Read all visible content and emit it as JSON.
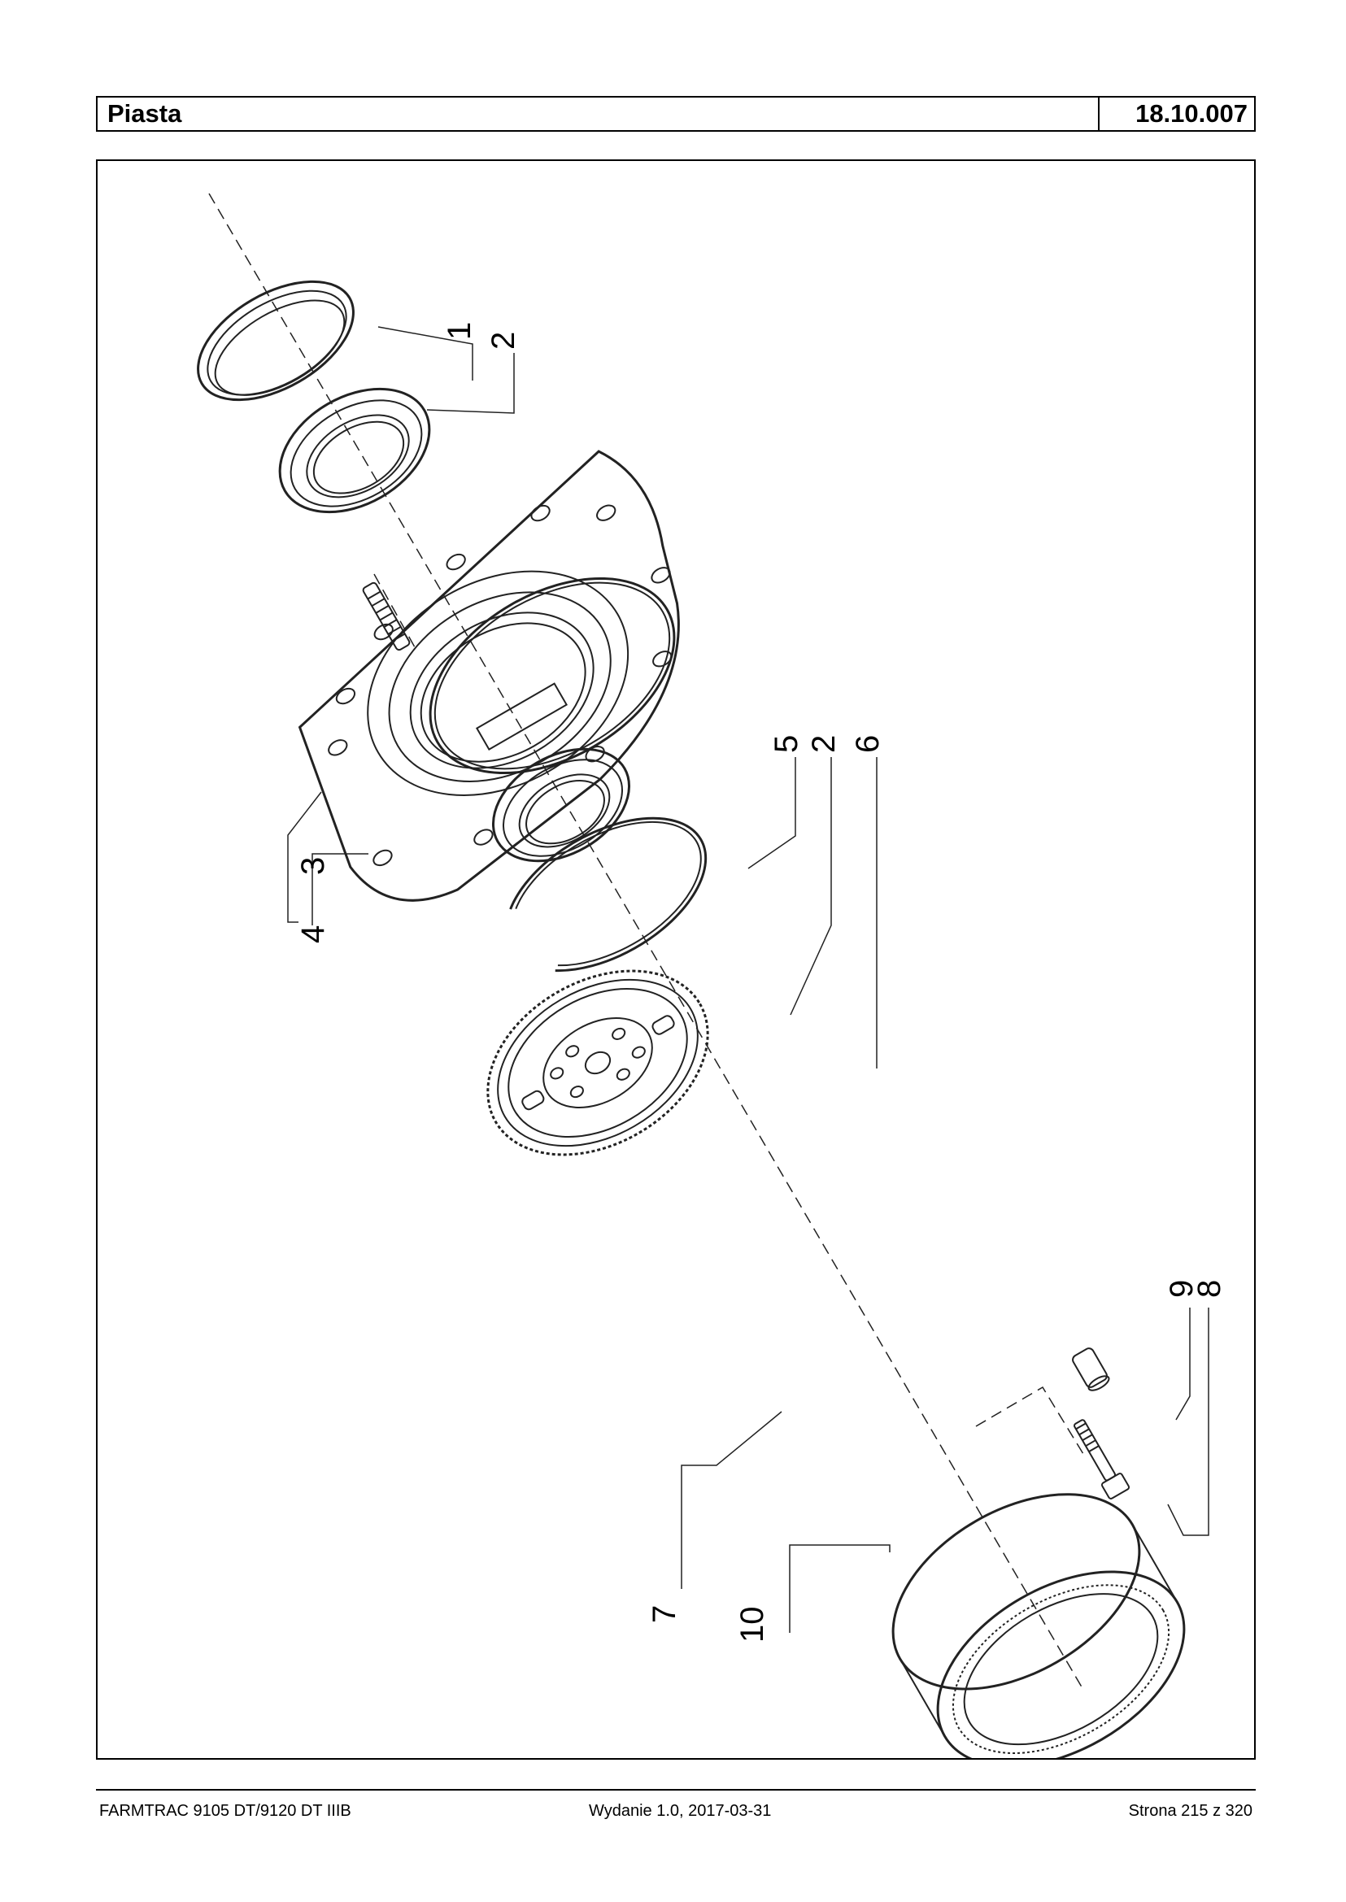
{
  "header": {
    "title": "Piasta",
    "code": "18.10.007"
  },
  "callouts": {
    "c1": "1",
    "c2a": "2",
    "c3": "3",
    "c4": "4",
    "c5": "5",
    "c2b": "2",
    "c6": "6",
    "c7": "7",
    "c8": "8",
    "c9": "9",
    "c10": "10"
  },
  "footer": {
    "model": "FARMTRAC 9105 DT/9120 DT IIIB",
    "edition": "Wydanie 1.0,  2017-03-31",
    "page": "Strona 215 z 320"
  }
}
